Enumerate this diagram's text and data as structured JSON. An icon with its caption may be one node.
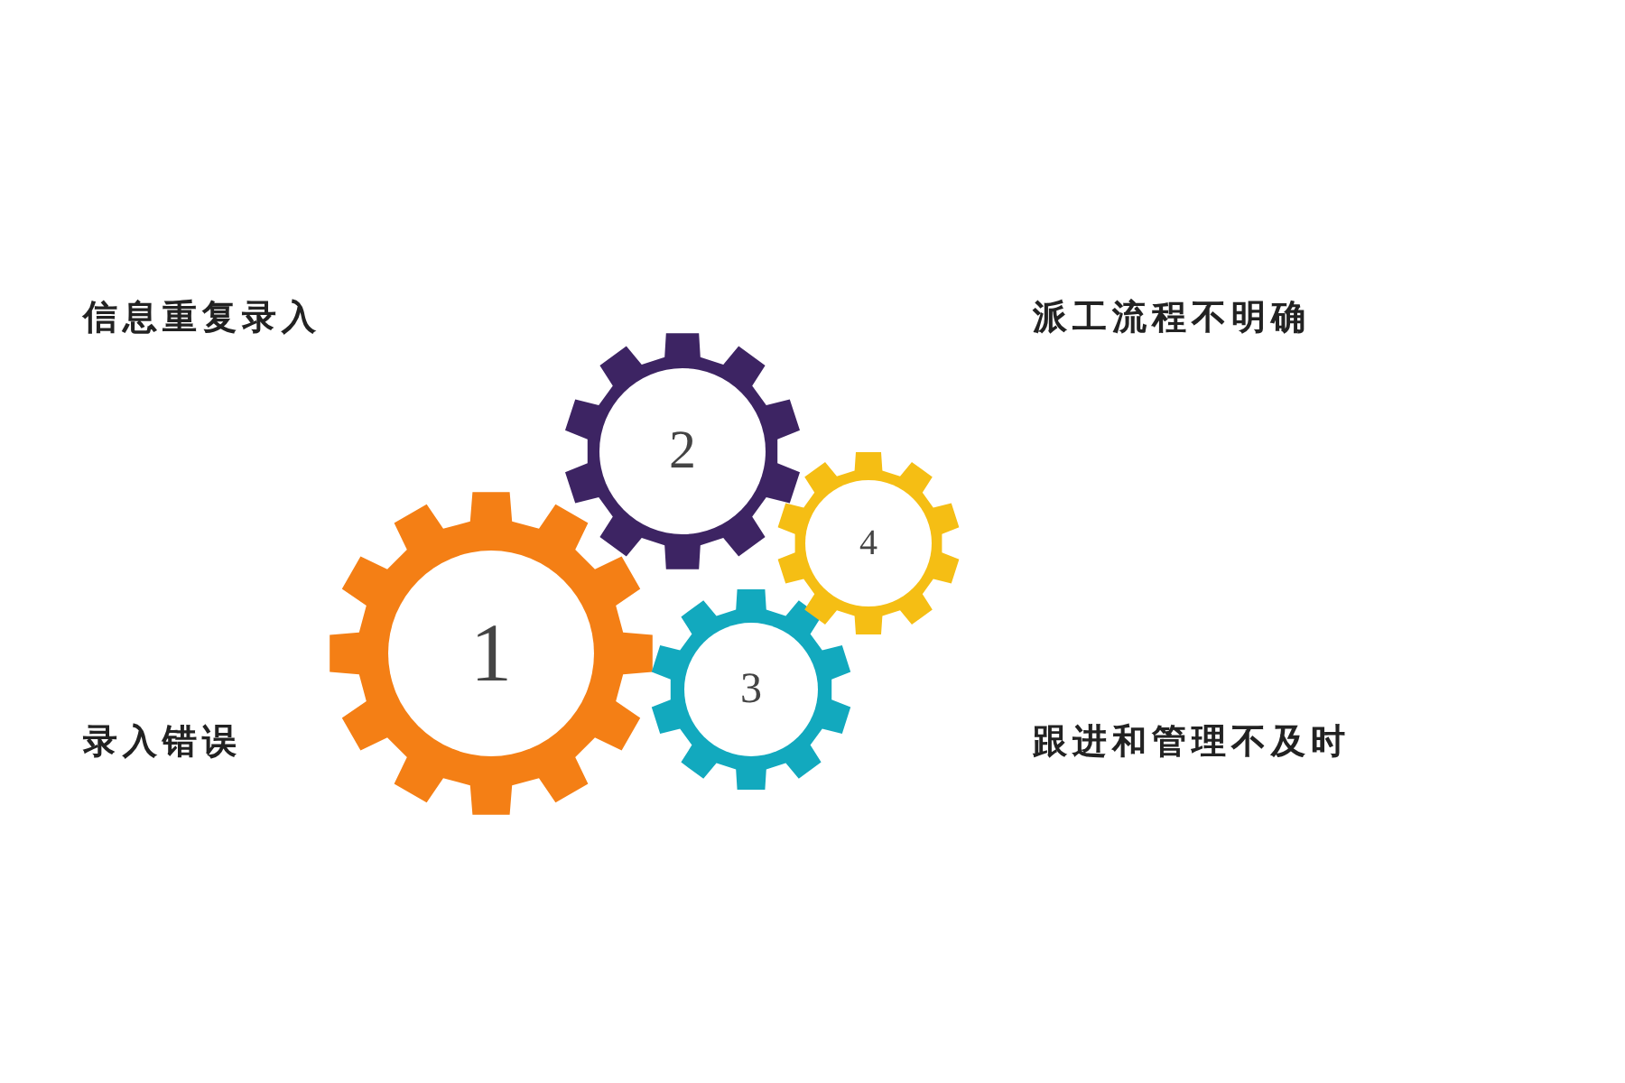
{
  "diagram": {
    "nodes": [
      {
        "text": [
          "1"
        ]
      },
      {
        "text": [
          "2"
        ]
      },
      {
        "text": [
          "3"
        ]
      },
      {
        "text": [
          "4"
        ]
      }
    ],
    "labels": [
      "信息重复录入",
      "派工流程不明确",
      "录入错误",
      "跟进和管理不及时"
    ]
  }
}
